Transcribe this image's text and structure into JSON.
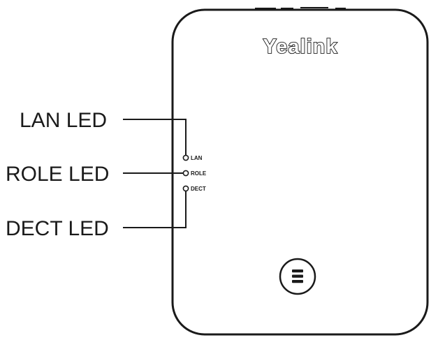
{
  "device": {
    "brand": "Yealink",
    "leds": [
      {
        "callout": "LAN LED",
        "short_label": "LAN"
      },
      {
        "callout": "ROLE LED",
        "short_label": "ROLE"
      },
      {
        "callout": "DECT LED",
        "short_label": "DECT"
      }
    ],
    "button_icon": "base-menu-icon"
  },
  "colors": {
    "outline": "#1a1a1a",
    "background": "#ffffff"
  }
}
